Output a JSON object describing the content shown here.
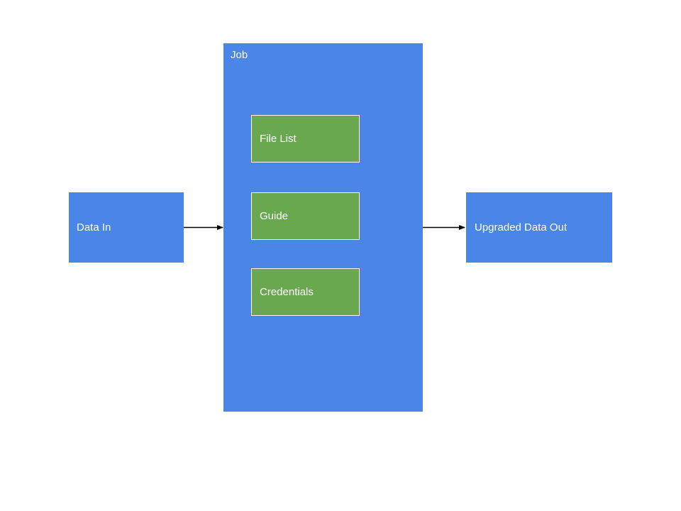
{
  "colors": {
    "node-blue": "#4a86e8",
    "node-green": "#6aa84f",
    "node-text": "#ffffff",
    "arrow-color": "#000000",
    "canvas-bg": "#ffffff"
  },
  "diagram": {
    "nodes": {
      "data_in": {
        "label": "Data In",
        "shape_color": "#4a86e8"
      },
      "job": {
        "label": "Job",
        "shape_color": "#4a86e8"
      },
      "file_list": {
        "label": "File List",
        "shape_color": "#6aa84f",
        "parent": "Job"
      },
      "guide": {
        "label": "Guide",
        "shape_color": "#6aa84f",
        "parent": "Job"
      },
      "credentials": {
        "label": "Credentials",
        "shape_color": "#6aa84f",
        "parent": "Job"
      },
      "upgraded_data_out": {
        "label": "Upgraded Data Out",
        "shape_color": "#4a86e8"
      }
    },
    "edges": [
      {
        "from": "Data In",
        "to": "Job"
      },
      {
        "from": "Job",
        "to": "Upgraded Data Out"
      }
    ]
  }
}
